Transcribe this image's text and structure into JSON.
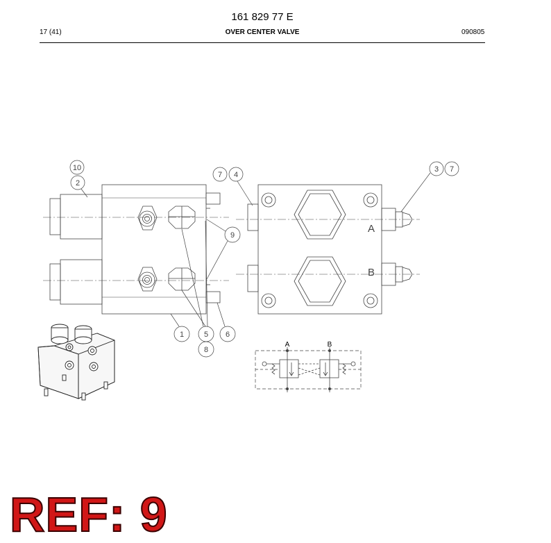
{
  "header": {
    "doc_number": "161 829 77 E",
    "page": "17 (41)",
    "title": "OVER CENTER VALVE",
    "date_code": "090805"
  },
  "callouts": {
    "c10": "10",
    "c2": "2",
    "c7a": "7",
    "c4": "4",
    "c3": "3",
    "c7b": "7",
    "c9": "9",
    "c1": "1",
    "c5": "5",
    "c6": "6",
    "c8": "8"
  },
  "ports": {
    "a": "A",
    "b": "B"
  },
  "schematic": {
    "a": "A",
    "b": "B"
  },
  "ref": {
    "label": "REF: 9"
  }
}
